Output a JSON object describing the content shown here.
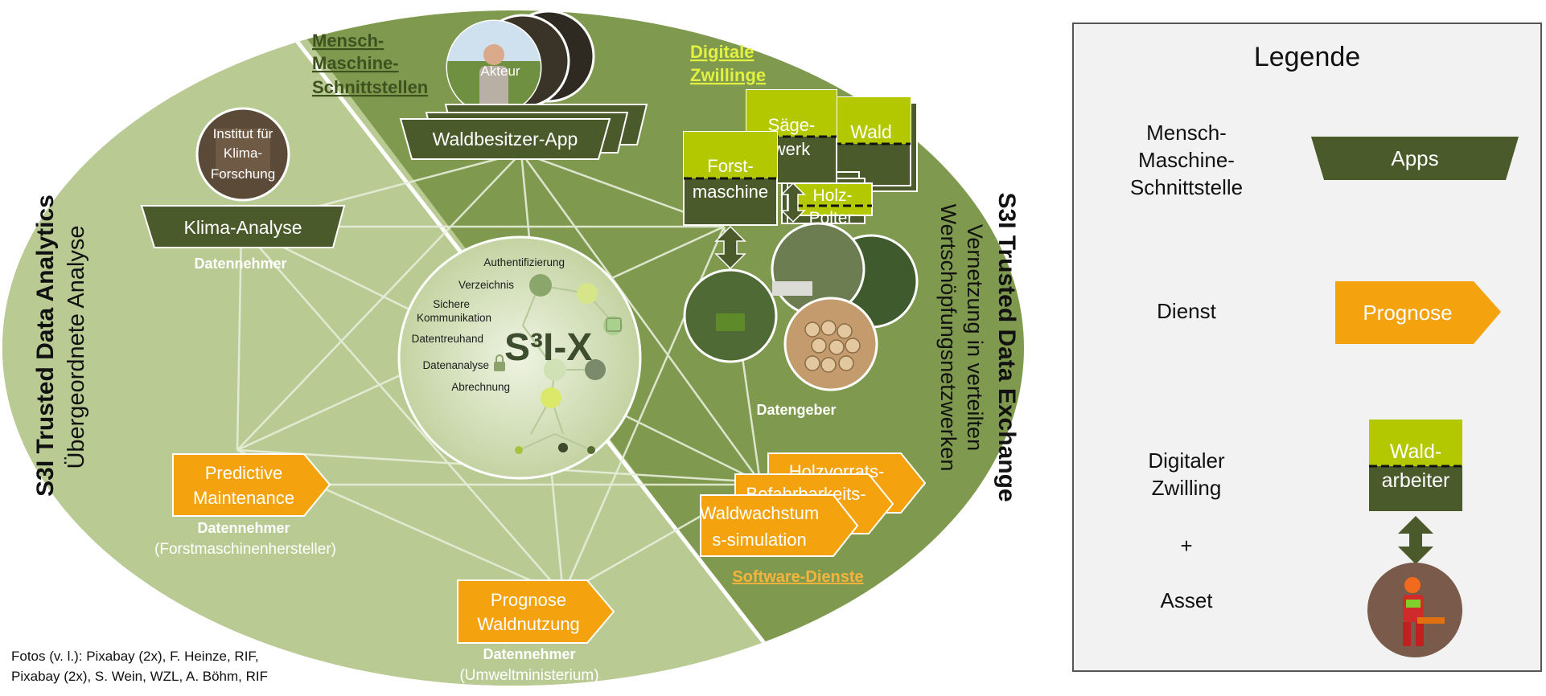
{
  "colors": {
    "ellipse_dark": "#7f9a4f",
    "ellipse_mid": "#9db46c",
    "ellipse_light": "#b9cb93",
    "app_dark": "#4a5a2a",
    "service_orange": "#f4a20d",
    "twin_lime": "#b4c800",
    "twin_dark": "#4a5a2a",
    "text_dark_green": "#3e5220",
    "text_lime": "#e2f040",
    "text_orange": "#f6b43c"
  },
  "left_side": {
    "title": "S3I Trusted Data Analytics",
    "subtitle": "Übergeordnete Analyse"
  },
  "right_side": {
    "title": "S3I Trusted Data Exchange",
    "subtitle_line1": "Vernetzung in verteilten",
    "subtitle_line2": "Wertschöpfungsnetzwerken"
  },
  "section_labels": {
    "hmi": [
      "Mensch-",
      "Maschine-",
      "Schnittstellen"
    ],
    "twins": [
      "Digitale ",
      "Zwillinge"
    ],
    "software": "Software-Dienste"
  },
  "apps": {
    "waldbesitzer": "Waldbesitzer-App",
    "klima": "Klima-Analyse"
  },
  "photos": {
    "akteur": "Akteur",
    "institut": [
      "Institut für",
      "Klima-",
      "Forschung"
    ]
  },
  "twins": {
    "forstmaschine": [
      "Forst-",
      "maschine"
    ],
    "saegewerk": [
      "Säge-",
      "werk"
    ],
    "wald": "Wald",
    "holzpolter": [
      "Holz-",
      "Polter"
    ]
  },
  "center": {
    "logo": "S³I-X",
    "functions": [
      "Authentifizierung",
      "Verzeichnis",
      "Sichere",
      "Kommunikation",
      "Datentreuhand",
      "Datenanalyse",
      "Abrechnung"
    ]
  },
  "services": {
    "predictive": [
      "Predictive",
      "Maintenance"
    ],
    "prognose_waldnutzung": [
      "Prognose",
      "Waldnutzung"
    ],
    "holzvorrat": "Holzvorrats-",
    "befahrbarkeit": "Befahrbarkeits-",
    "waldwachstum": [
      "Waldwachstum",
      "s-simulation"
    ]
  },
  "roles": {
    "datennehmer": "Datennehmer",
    "datengeber": "Datengeber",
    "forstmaschinenhersteller": "(Forstmaschinenhersteller)",
    "umweltministerium": "(Umweltministerium)"
  },
  "credits": {
    "line1": "Fotos (v. l.): Pixabay (2x), F. Heinze, RIF,",
    "line2": "Pixabay (2x), S. Wein, WZL, A. Böhm, RIF"
  },
  "legend": {
    "title": "Legende",
    "hmi_label": [
      "Mensch-",
      "Maschine-",
      "Schnittstelle"
    ],
    "apps_label": "Apps",
    "dienst_label": "Dienst",
    "prognose_label": "Prognose",
    "twin_label": [
      "Digitaler",
      "Zwilling"
    ],
    "plus": "+",
    "asset_label": "Asset",
    "twin_box": [
      "Wald-",
      "arbeiter"
    ]
  }
}
